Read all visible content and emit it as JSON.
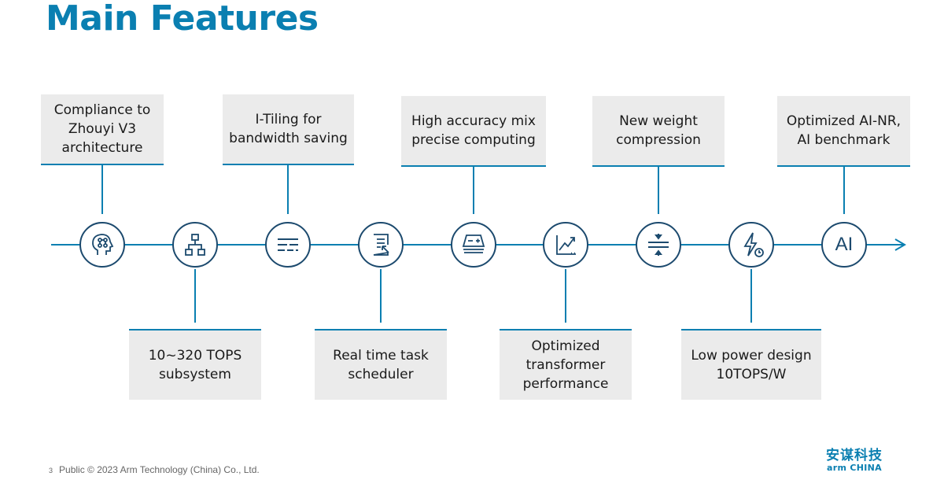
{
  "title": "Main Features",
  "features_top": [
    {
      "label": "Compliance to\nZhouyi V3\narchitecture"
    },
    {
      "label": "I-Tiling  for\nbandwidth saving"
    },
    {
      "label": "High accuracy mix\nprecise computing"
    },
    {
      "label": "New weight\ncompression"
    },
    {
      "label": "Optimized AI-NR,\nAI benchmark"
    }
  ],
  "features_bottom": [
    {
      "label": "10~320 TOPS\nsubsystem"
    },
    {
      "label": "Real time task\nscheduler"
    },
    {
      "label": "Optimized\ntransformer\nperformance"
    },
    {
      "label": "Low power design\n10TOPS/W"
    }
  ],
  "icons": [
    "brain-network-icon",
    "hierarchy-icon",
    "tiling-lines-icon",
    "task-document-icon",
    "stacked-layers-icon",
    "growth-chart-icon",
    "compression-icon",
    "power-clock-icon",
    "ai-text-icon"
  ],
  "ai_label": "AI",
  "footer": {
    "page": "3",
    "text": "Public © 2023 Arm Technology (China) Co., Ltd."
  },
  "logo": {
    "cn": "安谋科技",
    "en": "arm CHINA"
  },
  "colors": {
    "accent": "#0a7fb1",
    "icon_stroke": "#1c4a6e",
    "box_bg": "#ebebeb"
  }
}
